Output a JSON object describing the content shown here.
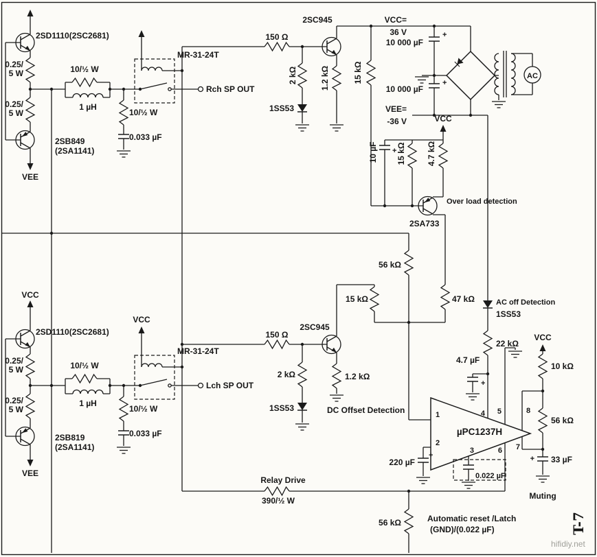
{
  "sym": {
    "plus": "+"
  },
  "shared": {
    "re_a": "0.25/",
    "re_b": "5 W",
    "r_par": "10/½ W",
    "l_par": "1 µH",
    "r_zobel": "10/½ W",
    "c_zobel": "0.033 µF"
  },
  "rch": {
    "q_npn": "2SD1110(2SC2681)",
    "q_pnp": "2SB849",
    "q_pnp_alt": "(2SA1141)",
    "relay": "MR-31-24T",
    "out": "Rch SP OUT",
    "vee": "VEE"
  },
  "lch": {
    "q_npn": "2SD1110(2SC2681)",
    "q_pnp": "2SB819",
    "q_pnp_alt": "(2SA1141)",
    "relay": "MR-31-24T",
    "out": "Lch SP OUT",
    "vee": "VEE",
    "vcc": "VCC",
    "vcc_relay": "VCC"
  },
  "driver": {
    "r150": "150 Ω",
    "q": "2SC945",
    "r2k": "2 kΩ",
    "r12k": "1.2 kΩ",
    "d": "1SS53",
    "r15k": "15 kΩ"
  },
  "psu": {
    "vcc_eq": "VCC=",
    "vcc_v": "36 V",
    "c1": "10 000 µF",
    "c2": "10 000 µF",
    "vee_eq": "VEE=",
    "vee_v": "-36 V",
    "ac": "AC"
  },
  "ovl": {
    "vcc": "VCC",
    "c10": "10 µF",
    "r15k": "15 kΩ",
    "r4k7": "4.7 kΩ",
    "label": "Over load detection",
    "q": "2SA733",
    "r56k": "56 kΩ",
    "r47k": "47 kΩ"
  },
  "acoff": {
    "label": "AC off Detection",
    "d": "1SS53",
    "r22k": "22 kΩ",
    "c47": "4.7 µF"
  },
  "ic": {
    "name": "µPC1237H",
    "dc_label": "DC Offset Detection",
    "c220": "220 µF",
    "c022": "0.022 µF",
    "reset1": "Automatic reset /Latch",
    "reset2": "(GND)/(0.022 µF)",
    "p1": "1",
    "p2": "2",
    "p3": "3",
    "p4": "4",
    "p5": "5",
    "p6": "6",
    "p7": "7",
    "p8": "8"
  },
  "mute": {
    "vcc": "VCC",
    "r10k": "10 kΩ",
    "r56k": "56 kΩ",
    "c33": "33 µF",
    "label": "Muting"
  },
  "rd": {
    "label": "Relay Drive",
    "r390": "390/½ W",
    "r56k": "56 kΩ"
  },
  "wm": "hifidiy.net",
  "ref": "T-7"
}
